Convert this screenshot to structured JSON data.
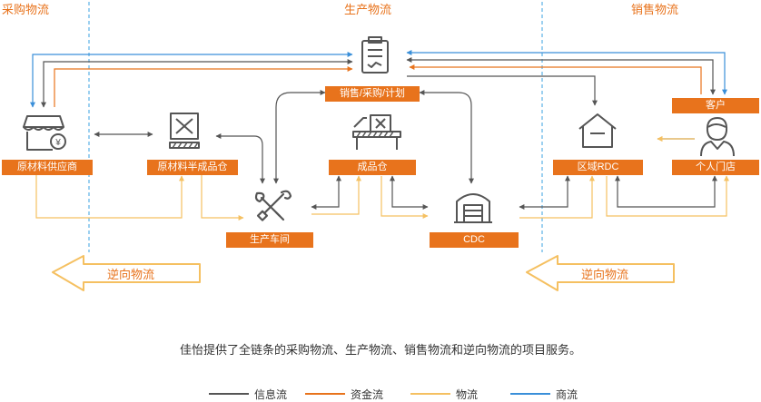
{
  "sections": {
    "procurement": "采购物流",
    "production": "生产物流",
    "sales": "销售物流"
  },
  "nodes": {
    "plan": "销售/采购/计划",
    "raw_supplier": "原材料供应商",
    "semi_warehouse": "原材料半成品仓",
    "finished_warehouse": "成品仓",
    "workshop": "生产车间",
    "cdc": "CDC",
    "regional_rdc": "区域RDC",
    "customer": "客户",
    "personal_store": "个人门店"
  },
  "reverse_labels": {
    "left": "逆向物流",
    "right": "逆向物流"
  },
  "caption": "佳怡提供了全链条的采购物流、生产物流、销售物流和逆向物流的项目服务。",
  "legend": [
    {
      "label": "信息流",
      "color": "#555555"
    },
    {
      "label": "资金流",
      "color": "#e8731c"
    },
    {
      "label": "物流",
      "color": "#f5c061"
    },
    {
      "label": "商流",
      "color": "#3a8fd9"
    }
  ],
  "colors": {
    "accent": "#e8731c",
    "info_flow": "#555555",
    "fund_flow": "#e8731c",
    "logistics_flow": "#f5c061",
    "commerce_flow": "#3a8fd9",
    "divider": "#3aa0e0",
    "icon": "#555555"
  }
}
